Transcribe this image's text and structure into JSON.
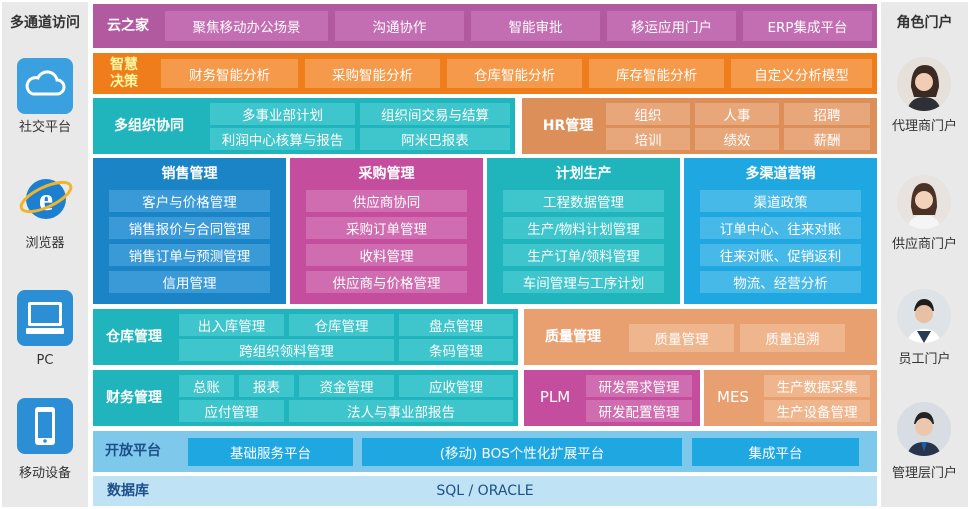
{
  "left": {
    "title": "多通道访问",
    "items": [
      {
        "label": "社交平台",
        "icon": "cloud-icon"
      },
      {
        "label": "浏览器",
        "icon": "browser-icon"
      },
      {
        "label": "PC",
        "icon": "pc-icon"
      },
      {
        "label": "移动设备",
        "icon": "mobile-icon"
      }
    ]
  },
  "right": {
    "title": "角色门户",
    "items": [
      {
        "label": "代理商门户",
        "icon": "agent-avatar-icon"
      },
      {
        "label": "供应商门户",
        "icon": "supplier-avatar-icon"
      },
      {
        "label": "员工门户",
        "icon": "employee-avatar-icon"
      },
      {
        "label": "管理层门户",
        "icon": "manager-avatar-icon"
      }
    ]
  },
  "cloud": {
    "title": "云之家",
    "chips": [
      "聚焦移动办公场景",
      "沟通协作",
      "智能审批",
      "移运应用门户",
      "ERP集成平台"
    ]
  },
  "bi": {
    "title": "智慧决策",
    "title_l1": "智慧",
    "title_l2": "决策",
    "chips": [
      "财务智能分析",
      "采购智能分析",
      "仓库智能分析",
      "库存智能分析",
      "自定义分析模型"
    ]
  },
  "org": {
    "title": "多组织协同",
    "chips": [
      "多事业部计划",
      "组织间交易与结算",
      "利润中心核算与报告",
      "阿米巴报表"
    ]
  },
  "hr": {
    "title": "HR管理",
    "chips": [
      "组织",
      "人事",
      "招聘",
      "培训",
      "绩效",
      "薪酬"
    ]
  },
  "sales": {
    "title": "销售管理",
    "chips": [
      "客户与价格管理",
      "销售报价与合同管理",
      "销售订单与预测管理",
      "信用管理"
    ]
  },
  "purchase": {
    "title": "采购管理",
    "chips": [
      "供应商协同",
      "采购订单管理",
      "收料管理",
      "供应商与价格管理"
    ]
  },
  "plan": {
    "title": "计划生产",
    "chips": [
      "工程数据管理",
      "生产/物料计划管理",
      "生产订单/领料管理",
      "车间管理与工序计划"
    ]
  },
  "channel": {
    "title": "多渠道营销",
    "chips": [
      "渠道政策",
      "订单中心、往来对账",
      "往来对账、促销返利",
      "物流、经营分析"
    ]
  },
  "warehouse": {
    "title": "仓库管理",
    "chips": [
      "出入库管理",
      "仓库管理",
      "盘点管理",
      "跨组织领料管理",
      "条码管理"
    ]
  },
  "quality": {
    "title": "质量管理",
    "chips": [
      "质量管理",
      "质量追溯"
    ]
  },
  "finance": {
    "title": "财务管理",
    "chips": [
      "总账",
      "报表",
      "资金管理",
      "应收管理",
      "应付管理",
      "法人与事业部报告"
    ]
  },
  "plm": {
    "title": "PLM",
    "chips": [
      "研发需求管理",
      "研发配置管理"
    ]
  },
  "mes": {
    "title": "MES",
    "chips": [
      "生产数据采集",
      "生产设备管理"
    ]
  },
  "open": {
    "title": "开放平台",
    "chips": [
      "基础服务平台",
      "(移动) BOS个性化扩展平台",
      "集成平台"
    ]
  },
  "db": {
    "title": "数据库",
    "value": "SQL / ORACLE"
  },
  "colors": {
    "purple": "#b15aa0",
    "orange": "#f07d1b",
    "teal": "#20b5bc",
    "tan": "#dd8f5a",
    "blue": "#1a84c7",
    "pink": "#c44e9d",
    "lightblue": "#7ec8ec",
    "skyblue": "#1ea7e1",
    "sand": "#e9a070"
  }
}
